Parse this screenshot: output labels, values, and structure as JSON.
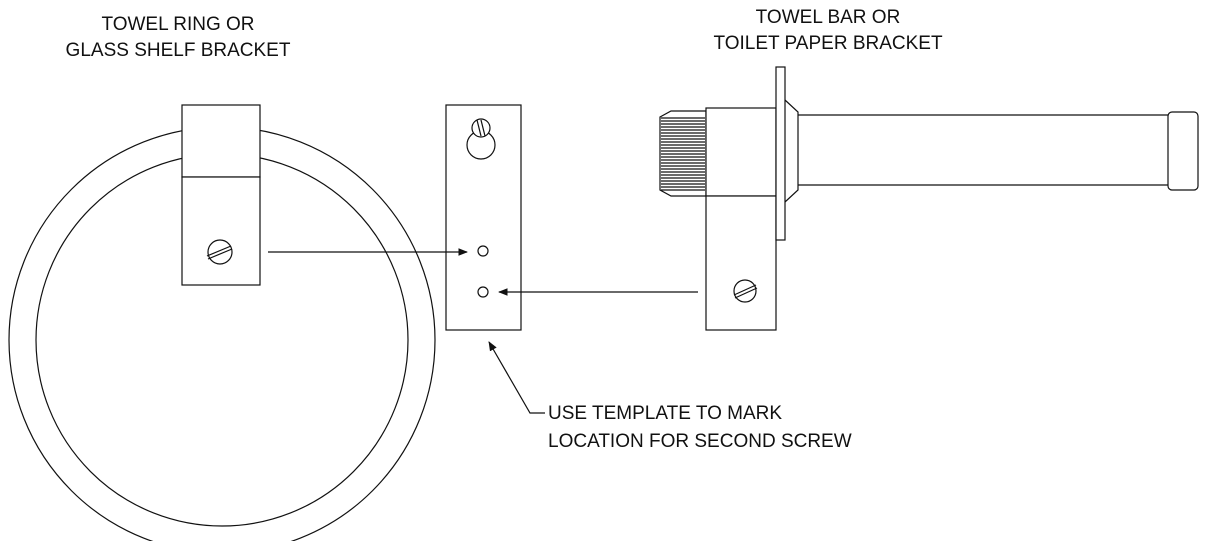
{
  "labels": {
    "towel_ring_line1": "TOWEL RING OR",
    "towel_ring_line2": "GLASS SHELF BRACKET",
    "towel_bar_line1": "TOWEL BAR OR",
    "towel_bar_line2": "TOILET PAPER BRACKET",
    "note_line1": "USE TEMPLATE TO MARK",
    "note_line2": "LOCATION FOR SECOND SCREW"
  },
  "colors": {
    "ink": "#111111",
    "paper": "#ffffff"
  },
  "icons": {
    "ring_screw": "slotted-screw-icon",
    "bar_screw": "slotted-screw-icon",
    "template_screw": "slotted-screw-icon",
    "knurled_cap": "knurled-cap-icon"
  }
}
